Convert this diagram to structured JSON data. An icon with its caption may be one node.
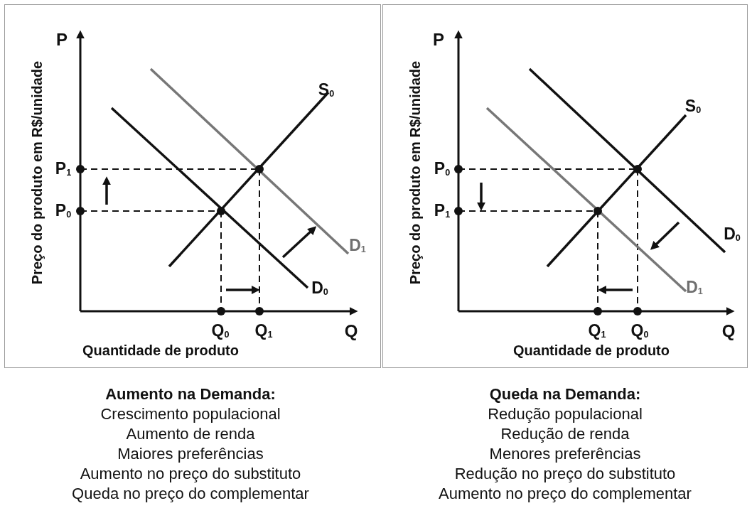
{
  "diagram": {
    "labels": [
      "P",
      "Preço do produto em R$/unidade",
      "S$_{0}$",
      "P$_{1}$",
      "P$_{0}$",
      "D$_{1}$",
      "D$_{0}$",
      "Q$_{0}$",
      "Q$_{1}$",
      "Q",
      "Quantidade de produto",
      "P",
      "Preço do produto em R$/unidade",
      "S$_{0}$",
      "P$_{0}$",
      "P$_{1}$",
      "D$_{0}$",
      "D$_{1}$",
      "Q$_{1}$",
      "Q$_{0}$",
      "Q",
      "Quantidade de produto",
      "Aumento na Demanda:",
      "Crescimento populacional",
      "Aumento de renda",
      "Maiores preferências",
      "Aumento no preço do substituto",
      "Queda no preço do complementar",
      "Queda na Demanda:",
      "Redução populacional",
      "Redução de renda",
      "Menores preferências",
      "Redução no preço do substituto",
      "Aumento no preço do complementar"
    ]
  }
}
